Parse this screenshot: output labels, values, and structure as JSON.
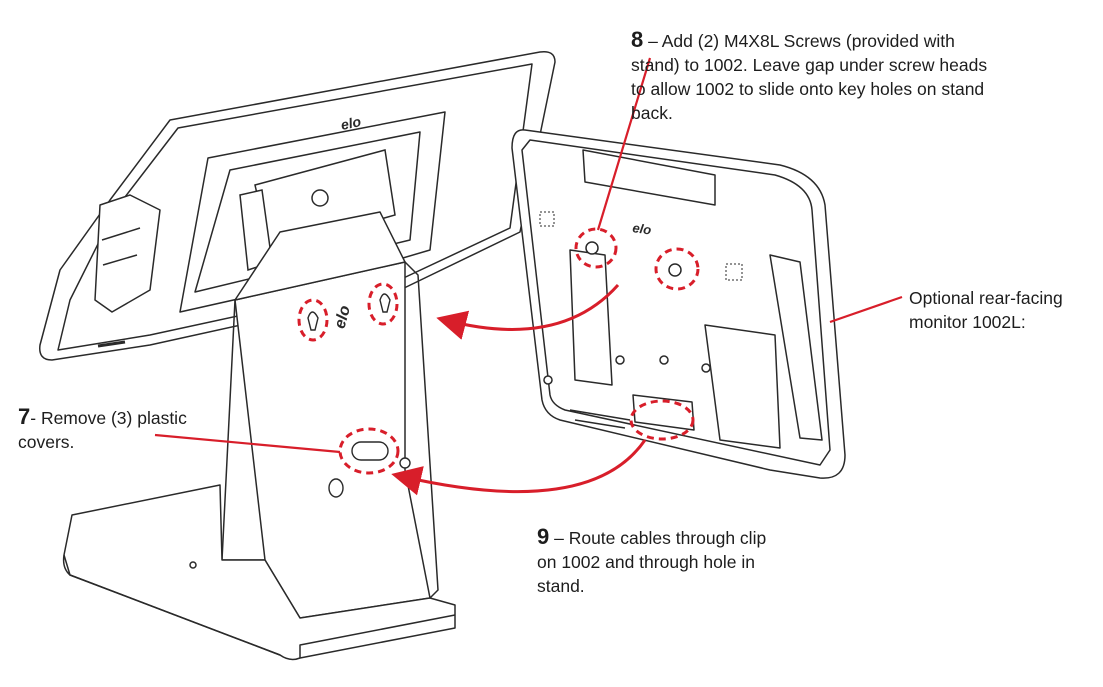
{
  "step8": {
    "number": "8",
    "text": " – Add (2) M4X8L Screws (provided with stand) to 1002. Leave gap under screw heads to allow 1002 to slide onto key holes on stand back."
  },
  "step7": {
    "number": "7",
    "text": "- Remove (3) plastic covers."
  },
  "step9": {
    "number": "9",
    "text": " – Route cables through clip on 1002 and through hole in stand."
  },
  "optional_note": "Optional rear-facing monitor 1002L:",
  "logo_text": "elo",
  "colors": {
    "accent": "#d81e2a",
    "line": "#2a2a2a",
    "fill": "#ffffff"
  }
}
